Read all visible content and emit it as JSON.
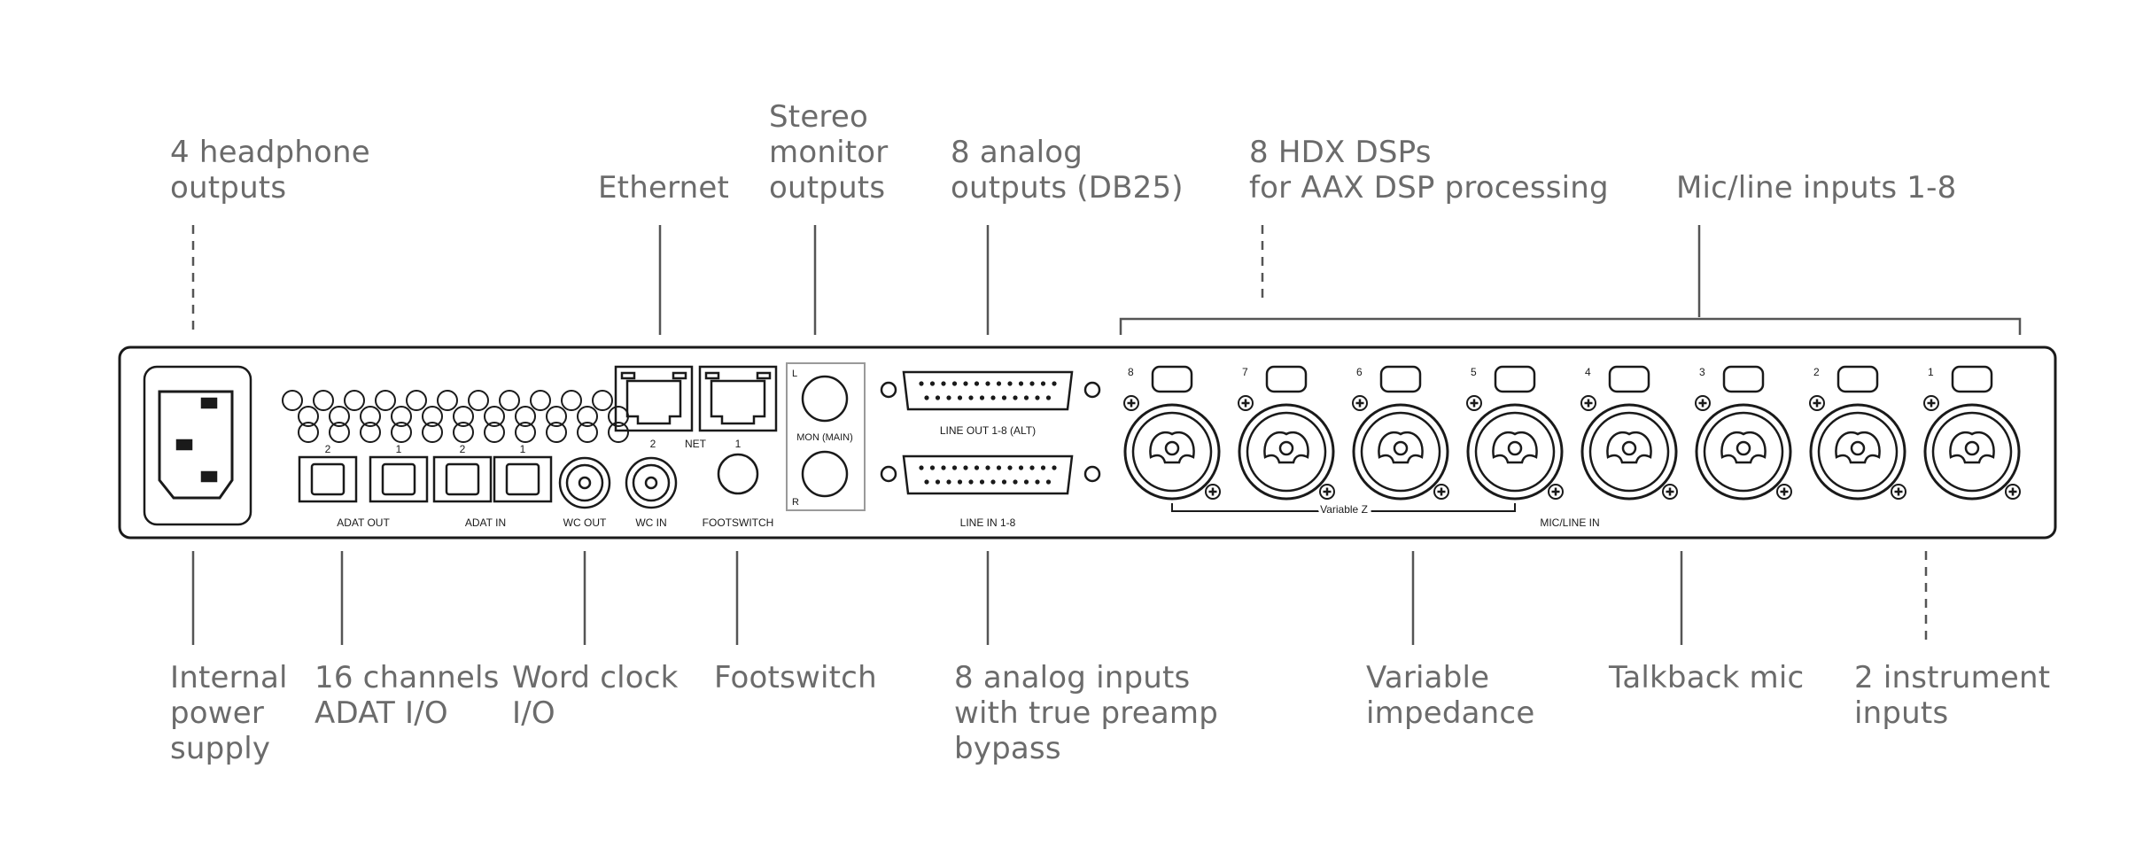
{
  "callouts": {
    "headphone": "4 headphone\noutputs",
    "ethernet": "Ethernet",
    "stereo_monitor": "Stereo\nmonitor\noutputs",
    "analog_outputs": "8 analog\noutputs (DB25)",
    "hdx_dsps": "8 HDX DSPs\nfor AAX DSP processing",
    "mic_line_inputs": "Mic/line inputs 1-8",
    "power": "Internal\npower\nsupply",
    "adat": "16 channels\nADAT I/O",
    "word_clock": "Word clock\nI/O",
    "footswitch": "Footswitch",
    "analog_inputs": "8 analog inputs\nwith true preamp\nbypass",
    "variable_impedance": "Variable\nimpedance",
    "talkback": "Talkback mic",
    "instrument": "2 instrument\ninputs"
  },
  "panel": {
    "adat_out": "ADAT OUT",
    "adat_in": "ADAT IN",
    "adat_port_numbers": [
      "2",
      "1",
      "2",
      "1"
    ],
    "wc_out": "WC OUT",
    "wc_in": "WC IN",
    "footswitch": "FOOTSWITCH",
    "net": "NET",
    "net_port_2": "2",
    "net_port_1": "1",
    "mon_main": "MON (MAIN)",
    "mon_l": "L",
    "mon_r": "R",
    "line_out": "LINE OUT 1-8 (ALT)",
    "line_in": "LINE IN 1-8",
    "variable_z": "Variable Z",
    "mic_line_in": "MIC/LINE IN",
    "channel_numbers": [
      "8",
      "7",
      "6",
      "5",
      "4",
      "3",
      "2",
      "1"
    ]
  },
  "colors": {
    "line": "#1a1a1a",
    "text": "#6b6b6b",
    "leader": "#555555"
  }
}
